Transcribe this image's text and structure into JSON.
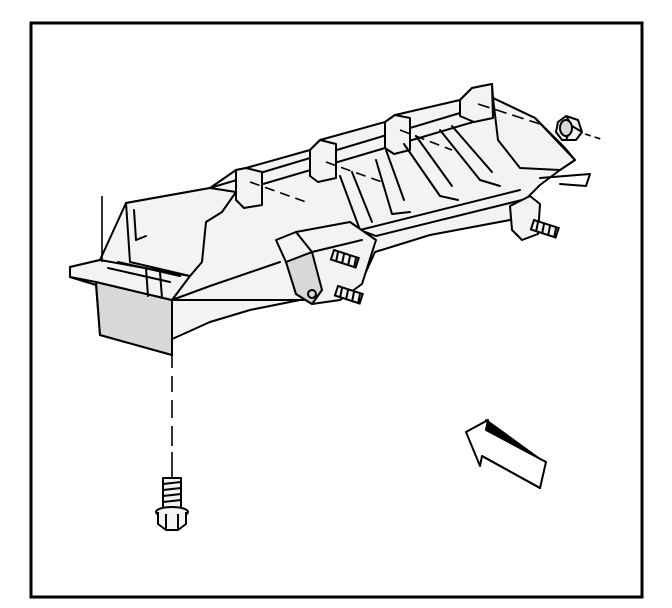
{
  "diagram": {
    "colors": {
      "ink": "#000000",
      "paper": "#ffffff",
      "part_fill": "#f4f3f2",
      "part_shadow": "#d9d8d6",
      "arrow_fill": "#000000"
    },
    "parts": [
      {
        "name": "bracket-assembly"
      },
      {
        "name": "nut"
      },
      {
        "name": "bolt"
      },
      {
        "name": "front-direction-arrow"
      }
    ]
  }
}
